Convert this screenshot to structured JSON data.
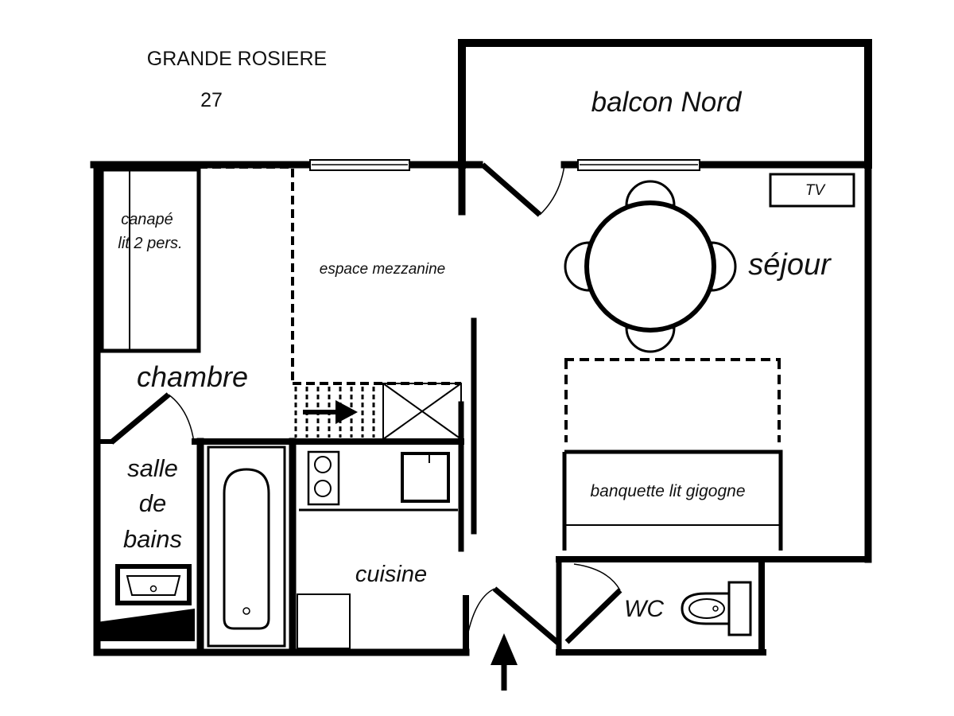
{
  "header": {
    "residence": "GRANDE ROSIERE",
    "number": "27"
  },
  "rooms": {
    "balcony": "balcon Nord",
    "living": "séjour",
    "tv": "TV",
    "sofa_bed_line1": "canapé",
    "sofa_bed_line2": "lit 2 pers.",
    "mezzanine": "espace mezzanine",
    "bedroom": "chambre",
    "bathroom_line1": "salle",
    "bathroom_line2": "de",
    "bathroom_line3": "bains",
    "kitchen": "cuisine",
    "trundle_bed": "banquette lit gigogne",
    "wc": "WC"
  },
  "colors": {
    "wall": "#000000",
    "background": "#ffffff"
  }
}
